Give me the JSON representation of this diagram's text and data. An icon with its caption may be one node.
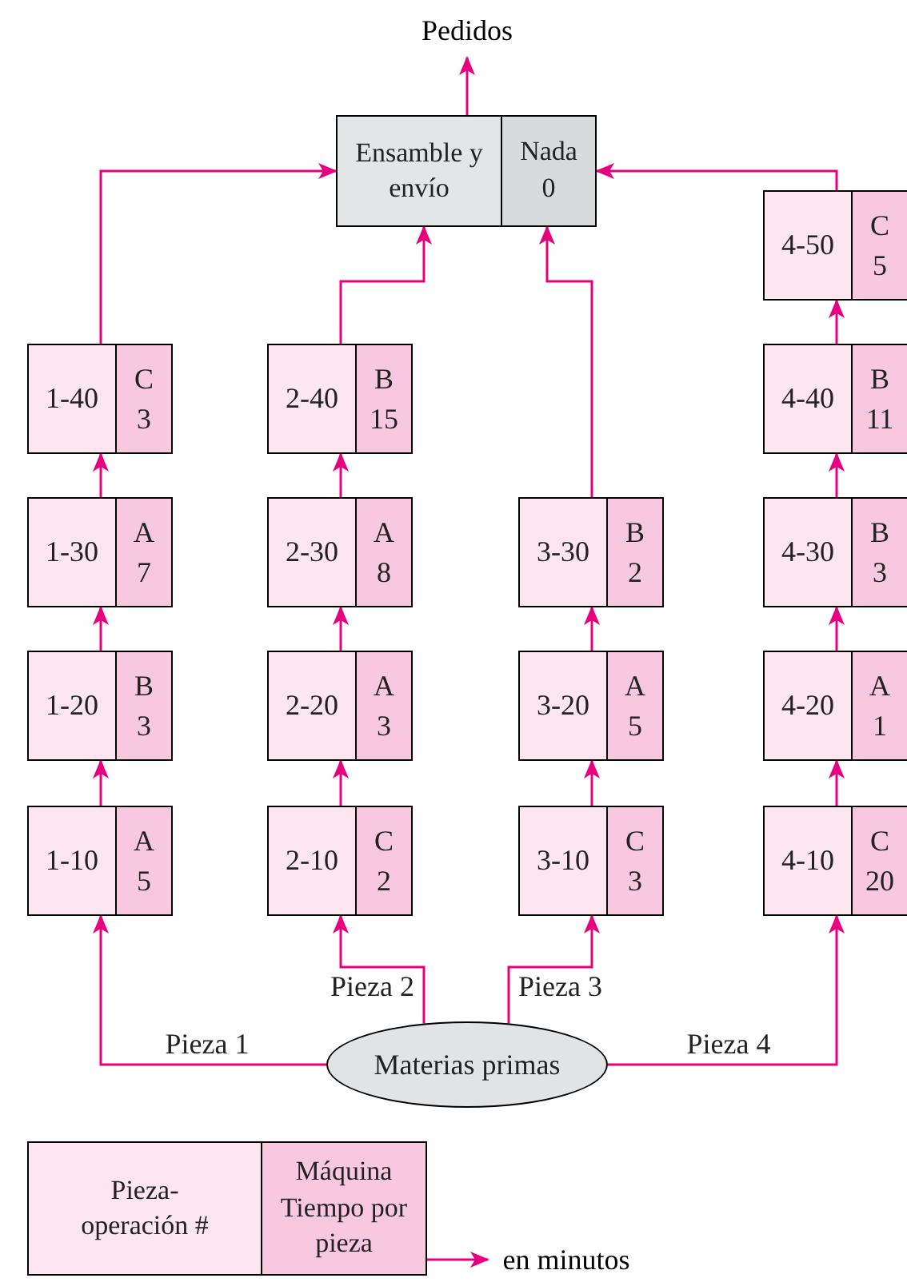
{
  "diagram": {
    "nodes": [
      {
        "text": [
          "Pedidos"
        ]
      },
      {
        "text": [
          "Ensamble y envío",
          "Nada 0"
        ]
      },
      {
        "text": [
          "4-50",
          "C 5"
        ]
      },
      {
        "text": [
          "1-40",
          "C 3"
        ]
      },
      {
        "text": [
          "2-40",
          "B 15"
        ]
      },
      {
        "text": [
          "4-40",
          "B 11"
        ]
      },
      {
        "text": [
          "1-30",
          "A 7"
        ]
      },
      {
        "text": [
          "2-30",
          "A 8"
        ]
      },
      {
        "text": [
          "3-30",
          "B 2"
        ]
      },
      {
        "text": [
          "4-30",
          "B 3"
        ]
      },
      {
        "text": [
          "1-20",
          "B 3"
        ]
      },
      {
        "text": [
          "2-20",
          "A 3"
        ]
      },
      {
        "text": [
          "3-20",
          "A 5"
        ]
      },
      {
        "text": [
          "4-20",
          "A 1"
        ]
      },
      {
        "text": [
          "1-10",
          "A 5"
        ]
      },
      {
        "text": [
          "2-10",
          "C 2"
        ]
      },
      {
        "text": [
          "3-10",
          "C 3"
        ]
      },
      {
        "text": [
          "4-10",
          "C 20"
        ]
      },
      {
        "text": [
          "Materias primas"
        ]
      },
      {
        "text": [
          "Pieza-operación #",
          "Máquina Tiempo por pieza"
        ]
      },
      {
        "text": [
          "en minutos"
        ]
      }
    ],
    "edges": [
      {
        "from": 1,
        "to": 0,
        "arrow": "to"
      },
      {
        "from": 3,
        "to": 1,
        "arrow": "to"
      },
      {
        "from": 4,
        "to": 1,
        "arrow": "to"
      },
      {
        "from": 8,
        "to": 1,
        "arrow": "to"
      },
      {
        "from": 2,
        "to": 1,
        "arrow": "to"
      },
      {
        "from": 5,
        "to": 2,
        "arrow": "to"
      },
      {
        "from": 6,
        "to": 3,
        "arrow": "to"
      },
      {
        "from": 7,
        "to": 4,
        "arrow": "to"
      },
      {
        "from": 9,
        "to": 5,
        "arrow": "to"
      },
      {
        "from": 10,
        "to": 6,
        "arrow": "to"
      },
      {
        "from": 11,
        "to": 7,
        "arrow": "to"
      },
      {
        "from": 12,
        "to": 8,
        "arrow": "to"
      },
      {
        "from": 13,
        "to": 9,
        "arrow": "to"
      },
      {
        "from": 14,
        "to": 10,
        "arrow": "to"
      },
      {
        "from": 15,
        "to": 11,
        "arrow": "to"
      },
      {
        "from": 16,
        "to": 12,
        "arrow": "to"
      },
      {
        "from": 17,
        "to": 13,
        "arrow": "to"
      },
      {
        "from": 18,
        "to": 14,
        "arrow": "to",
        "label": "Pieza 1"
      },
      {
        "from": 18,
        "to": 15,
        "arrow": "to",
        "label": "Pieza 2"
      },
      {
        "from": 18,
        "to": 16,
        "arrow": "to",
        "label": "Pieza 3"
      },
      {
        "from": 18,
        "to": 17,
        "arrow": "to",
        "label": "Pieza 4"
      },
      {
        "from": 19,
        "to": 20,
        "arrow": "to"
      }
    ]
  }
}
